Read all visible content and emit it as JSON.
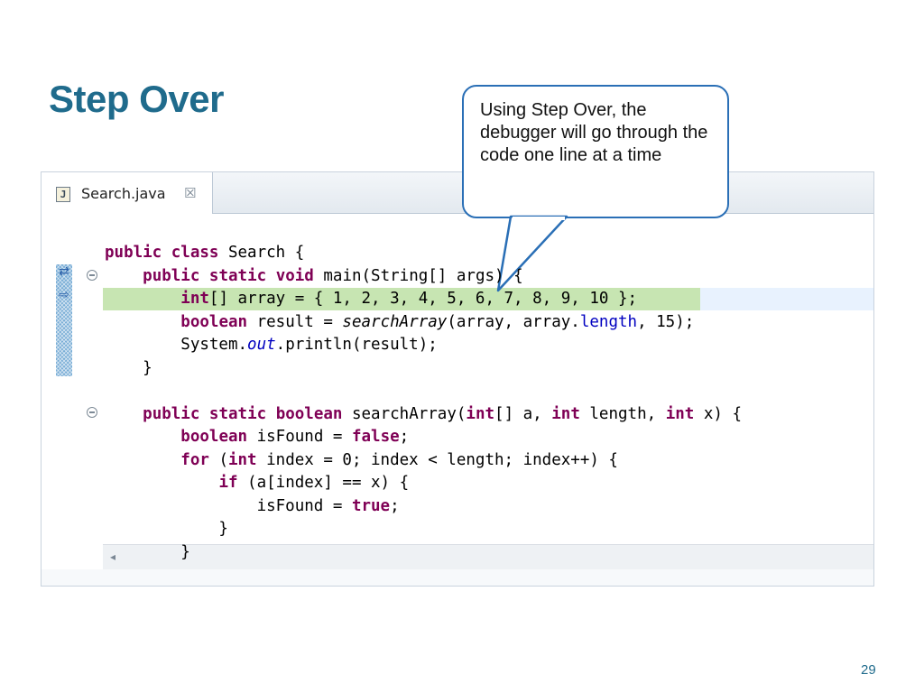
{
  "slide": {
    "title": "Step Over",
    "page_number": "29"
  },
  "callout": {
    "text": "Using Step Over, the debugger will go through the code one line at a time"
  },
  "editor": {
    "tab": {
      "icon_letter": "J",
      "label": "Search.java",
      "close_glyph": "☒"
    },
    "gutter_icons": {
      "debug_step": "⇄",
      "instruction_pointer": "⇨"
    },
    "scroll_left_glyph": "◂",
    "code_lines": [
      {
        "parts": [
          [
            "kw",
            "public"
          ],
          [
            "t",
            " "
          ],
          [
            "kw",
            "class"
          ],
          [
            "t",
            " Search {"
          ]
        ]
      },
      {
        "parts": [
          [
            "t",
            "    "
          ],
          [
            "kw",
            "public"
          ],
          [
            "t",
            " "
          ],
          [
            "kw",
            "static"
          ],
          [
            "t",
            " "
          ],
          [
            "kw",
            "void"
          ],
          [
            "t",
            " main(String[] args) {"
          ]
        ]
      },
      {
        "parts": [
          [
            "t",
            "        "
          ],
          [
            "kw",
            "int"
          ],
          [
            "t",
            "[] array = { 1, 2, 3, 4, 5, 6, 7, 8, 9, 10 };"
          ]
        ],
        "current": true
      },
      {
        "parts": [
          [
            "t",
            "        "
          ],
          [
            "kw",
            "boolean"
          ],
          [
            "t",
            " result = "
          ],
          [
            "it",
            "searchArray"
          ],
          [
            "t",
            "(array, array."
          ],
          [
            "fld",
            "length"
          ],
          [
            "t",
            ", 15);"
          ]
        ]
      },
      {
        "parts": [
          [
            "t",
            "        System."
          ],
          [
            "fld-it",
            "out"
          ],
          [
            "t",
            ".println(result);"
          ]
        ]
      },
      {
        "parts": [
          [
            "t",
            "    }"
          ]
        ]
      },
      {
        "parts": [
          [
            "t",
            ""
          ]
        ]
      },
      {
        "parts": [
          [
            "t",
            "    "
          ],
          [
            "kw",
            "public"
          ],
          [
            "t",
            " "
          ],
          [
            "kw",
            "static"
          ],
          [
            "t",
            " "
          ],
          [
            "kw",
            "boolean"
          ],
          [
            "t",
            " searchArray("
          ],
          [
            "kw",
            "int"
          ],
          [
            "t",
            "[] a, "
          ],
          [
            "kw",
            "int"
          ],
          [
            "t",
            " length, "
          ],
          [
            "kw",
            "int"
          ],
          [
            "t",
            " x) {"
          ]
        ]
      },
      {
        "parts": [
          [
            "t",
            "        "
          ],
          [
            "kw",
            "boolean"
          ],
          [
            "t",
            " isFound = "
          ],
          [
            "kw",
            "false"
          ],
          [
            "t",
            ";"
          ]
        ]
      },
      {
        "parts": [
          [
            "t",
            "        "
          ],
          [
            "kw",
            "for"
          ],
          [
            "t",
            " ("
          ],
          [
            "kw",
            "int"
          ],
          [
            "t",
            " index = 0; index < length; index++) {"
          ]
        ]
      },
      {
        "parts": [
          [
            "t",
            "            "
          ],
          [
            "kw",
            "if"
          ],
          [
            "t",
            " (a[index] == x) {"
          ]
        ]
      },
      {
        "parts": [
          [
            "t",
            "                isFound = "
          ],
          [
            "kw",
            "true"
          ],
          [
            "t",
            ";"
          ]
        ]
      },
      {
        "parts": [
          [
            "t",
            "            }"
          ]
        ]
      },
      {
        "parts": [
          [
            "t",
            "        }"
          ]
        ]
      }
    ]
  },
  "colors": {
    "title": "#1f6b8c",
    "keyword": "#7f0055",
    "field": "#0000c0",
    "current_line": "#c7e5b2",
    "callout_border": "#2a6fb6"
  }
}
